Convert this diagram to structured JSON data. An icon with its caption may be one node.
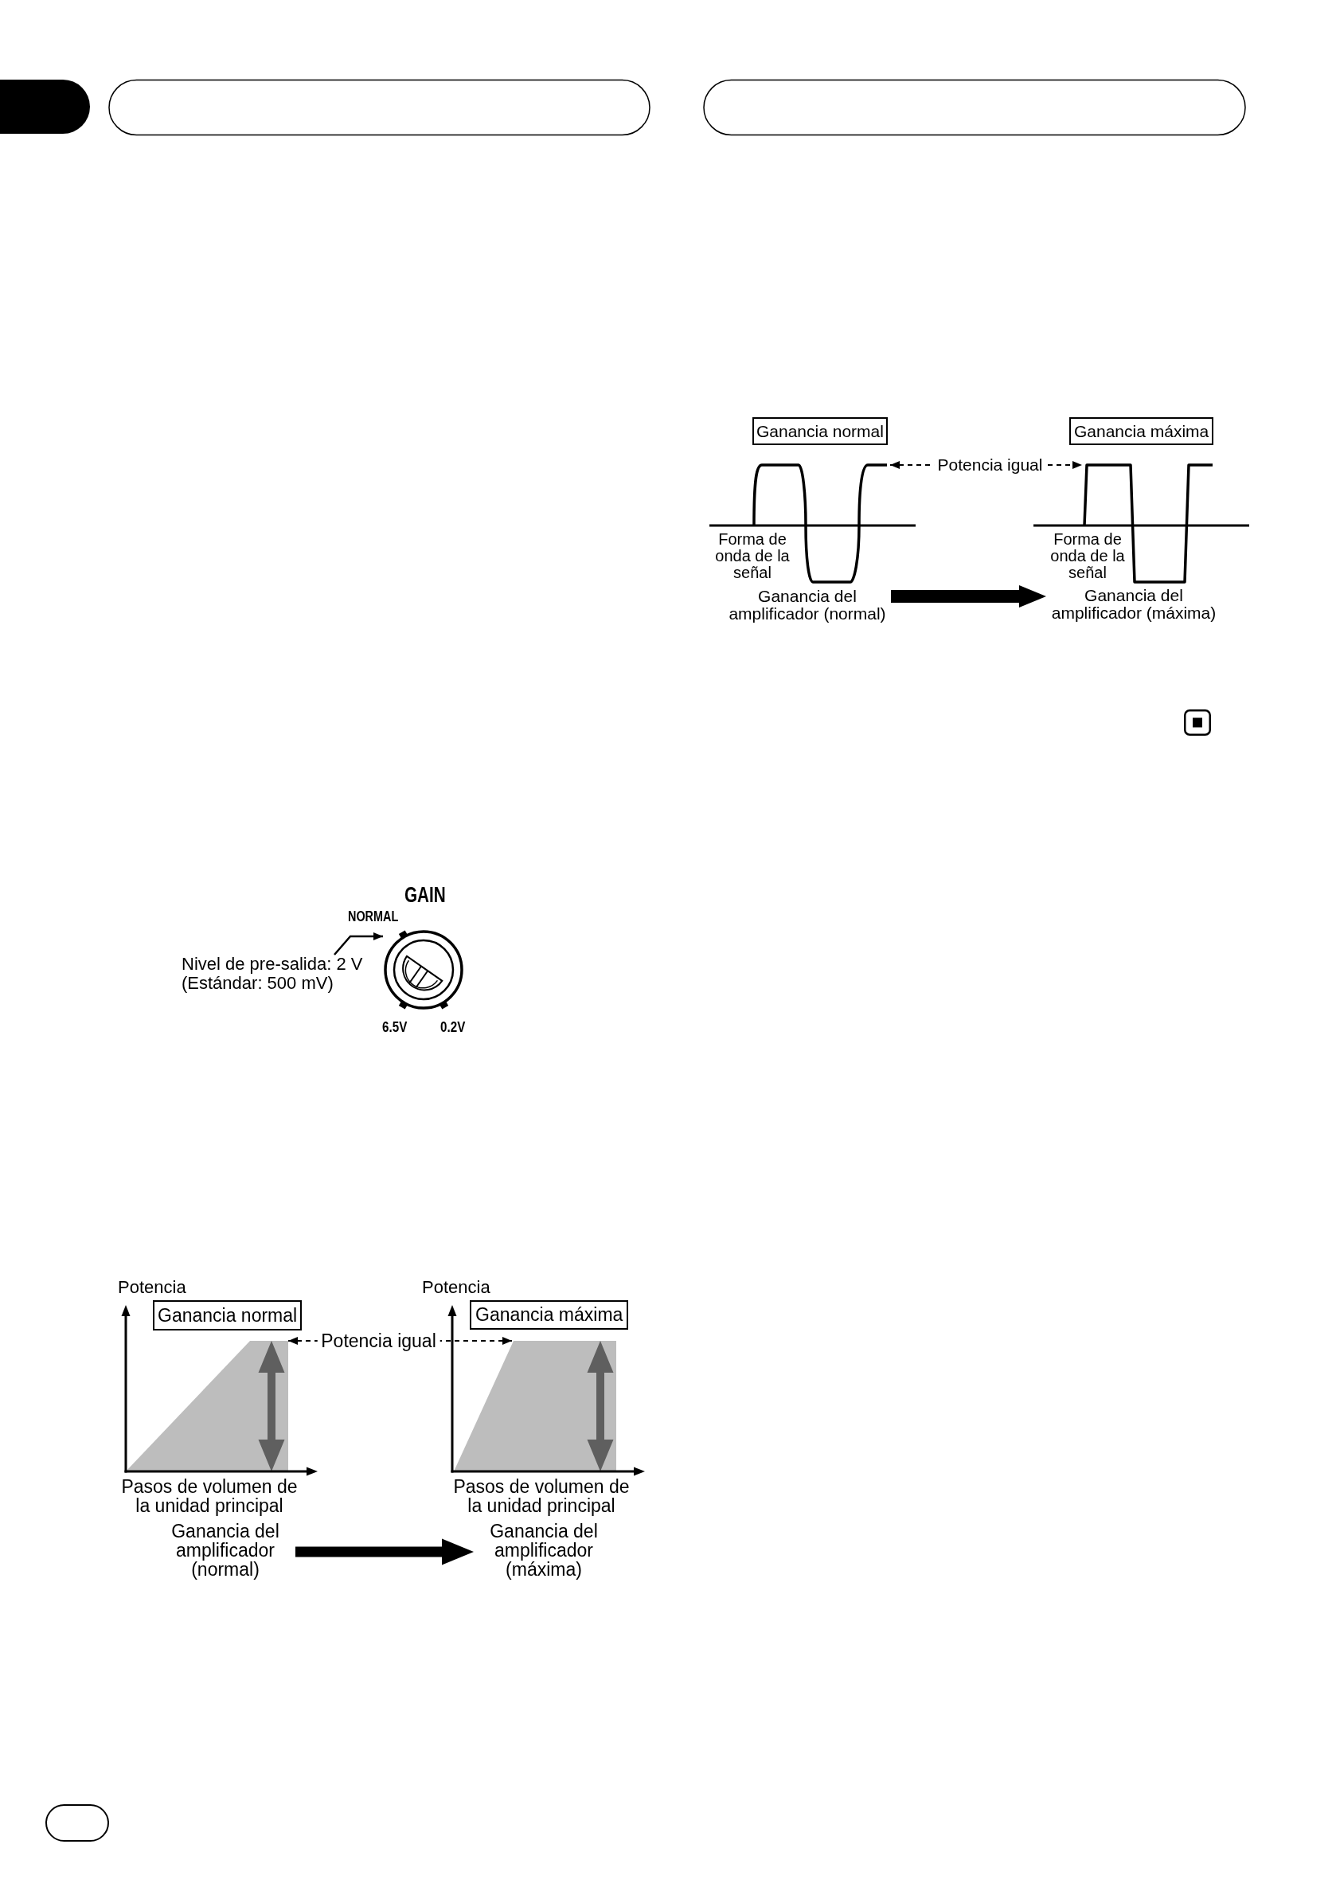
{
  "diagram": {
    "nodes": [
      {
        "text": [
          "Ganancia normal"
        ]
      },
      {
        "text": [
          "Ganancia máxima"
        ]
      },
      {
        "text": [],
        "shape": "picture"
      },
      {
        "text": [],
        "shape": "picture"
      },
      {
        "text": [
          "Ganancia del amplificador (normal)"
        ]
      },
      {
        "text": [
          "Ganancia del amplificador (máxima)"
        ]
      },
      {
        "text": [
          "Nivel de pre-salida: 2 V",
          "(Estándar: 500 mV)"
        ]
      },
      {
        "text": [],
        "shape": "picture",
        "beside": [
          "GAIN",
          "NORMAL",
          "6.5V",
          "0.2V"
        ]
      },
      {
        "text": [
          "Ganancia normal"
        ]
      },
      {
        "text": [
          "Ganancia máxima"
        ]
      },
      {
        "text": [],
        "shape": "trapezoid"
      },
      {
        "text": [],
        "shape": "trapezoid"
      },
      {
        "text": [
          "Ganancia del amplificador (normal)"
        ]
      },
      {
        "text": [
          "Ganancia del amplificador (máxima)"
        ]
      }
    ],
    "edges": [
      {
        "from": 2,
        "to": 3,
        "arrow": "both",
        "label": "Potencia igual",
        "style": "dashed"
      },
      {
        "from": 4,
        "to": 5,
        "arrow": "to",
        "style": "thick"
      },
      {
        "from": 6,
        "to": 7,
        "arrow": "to"
      },
      {
        "from": 10,
        "to": 11,
        "arrow": "both",
        "label": "Potencia igual",
        "style": "dashed"
      },
      {
        "from": 12,
        "to": 13,
        "arrow": "to",
        "style": "thick"
      }
    ],
    "labels": [
      "Forma de onda de la señal",
      "Forma de onda de la señal",
      "Potencia",
      "Potencia",
      "Pasos de volumen de la unidad principal",
      "Pasos de volumen de la unidad principal"
    ]
  }
}
